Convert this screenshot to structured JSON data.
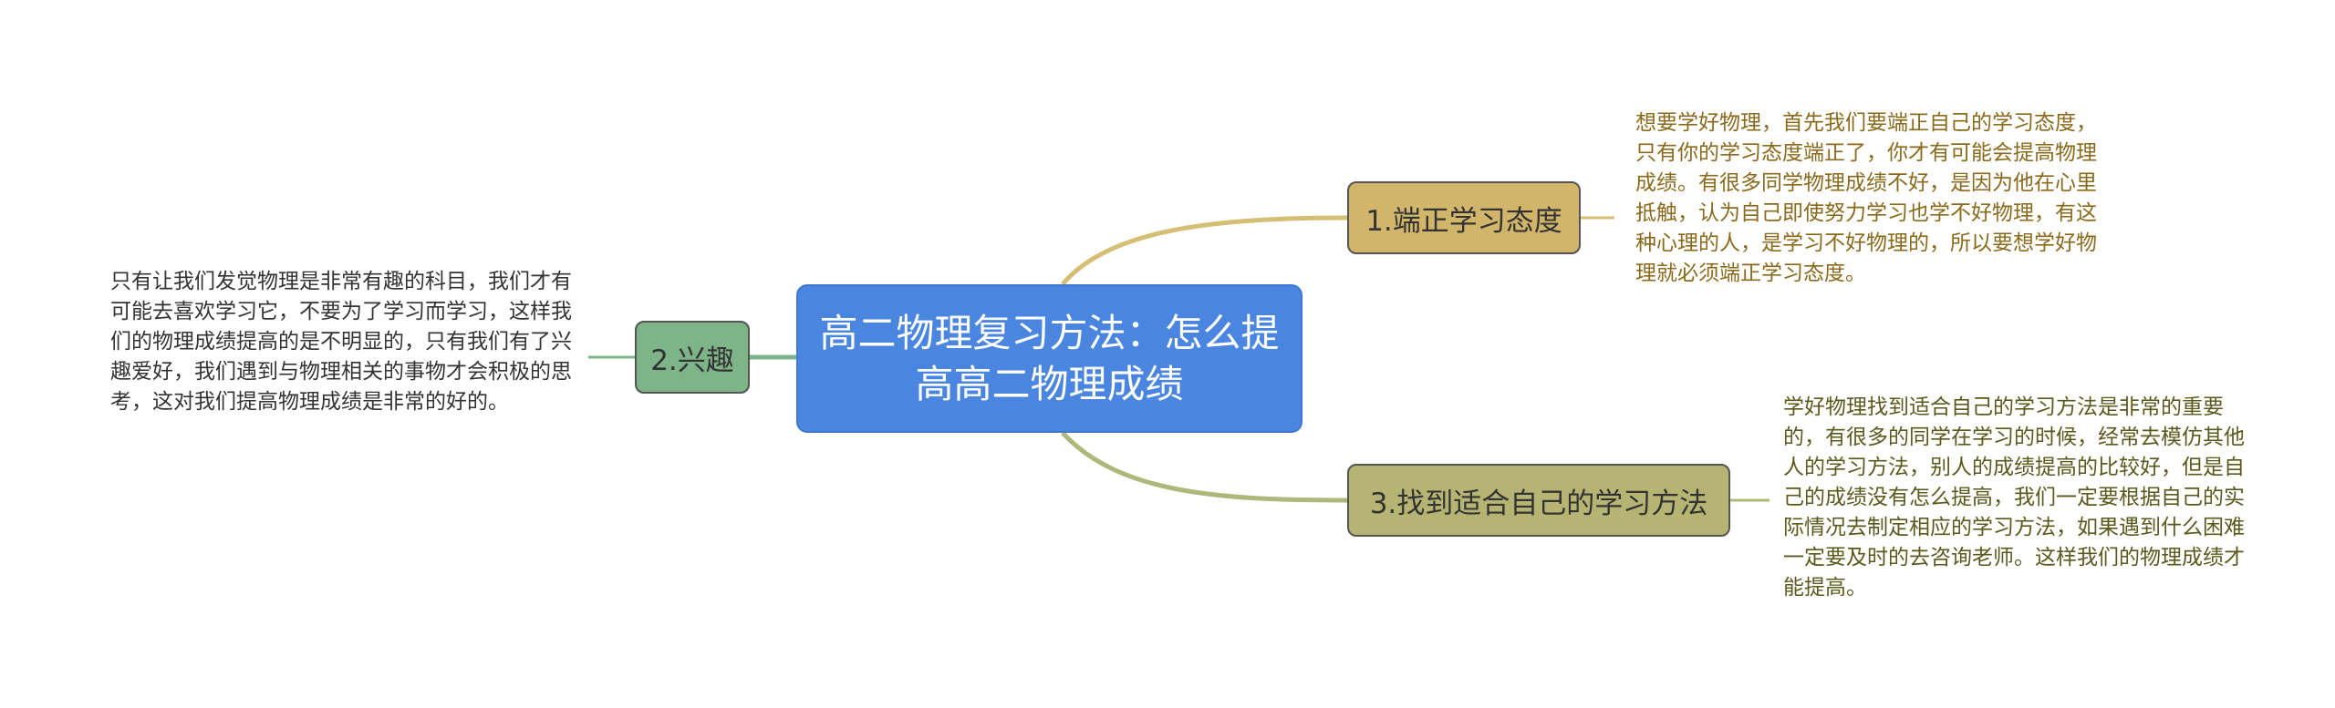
{
  "mindmap": {
    "root": {
      "label": "高二物理复习方法：怎么提高高二物理成绩",
      "fill": "#4a86e0"
    },
    "branches": [
      {
        "label": "1.端正学习态度",
        "fill": "#d0b56b",
        "line_color": "#d4bf74",
        "text_color": "#8a6a1c",
        "detail": "想要学好物理，首先我们要端正自己的学习态度，只有你的学习态度端正了，你才有可能会提高物理成绩。有很多同学物理成绩不好，是因为他在心里抵触，认为自己即使努力学习也学不好物理，有这种心理的人，是学习不好物理的，所以要想学好物理就必须端正学习态度。"
      },
      {
        "label": "2.兴趣",
        "fill": "#7db589",
        "line_color": "#7eb48b",
        "text_color": "#333333",
        "detail": "只有让我们发觉物理是非常有趣的科目，我们才有可能去喜欢学习它，不要为了学习而学习，这样我们的物理成绩提高的是不明显的，只有我们有了兴趣爱好，我们遇到与物理相关的事物才会积极的思考，这对我们提高物理成绩是非常的好的。"
      },
      {
        "label": "3.找到适合自己的学习方法",
        "fill": "#b5b473",
        "line_color": "#adb87a",
        "text_color": "#5a5a1e",
        "detail": "学好物理找到适合自己的学习方法是非常的重要的，有很多的同学在学习的时候，经常去模仿其他人的学习方法，别人的成绩提高的比较好，但是自己的成绩没有怎么提高，我们一定要根据自己的实际情况去制定相应的学习方法，如果遇到什么困难一定要及时的去咨询老师。这样我们的物理成绩才能提高。"
      }
    ]
  }
}
